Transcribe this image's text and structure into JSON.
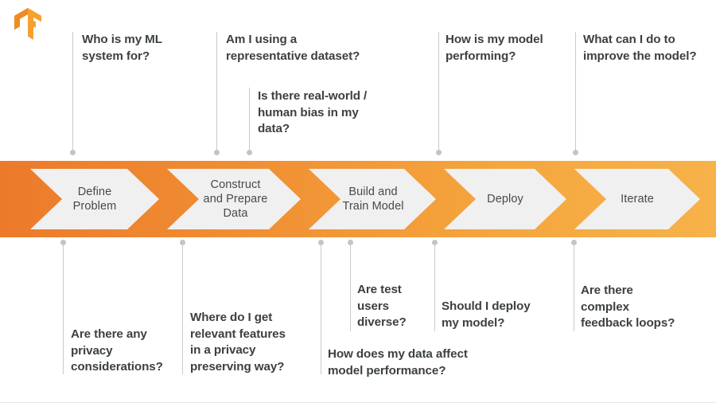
{
  "logo": {
    "name": "tensorflow-logo",
    "colors": {
      "light": "#F6A030",
      "dark": "#E87722",
      "mid": "#F58220"
    }
  },
  "theme": {
    "bar_gradient_start": "#EE7F2E",
    "bar_gradient_end": "#F7AF45",
    "chevron_fill": "#F0F0F0",
    "text_dark": "#3C4043",
    "step_text": "#46494C",
    "connector": "#C8CACC",
    "dot": "#C2C4C6"
  },
  "process": {
    "name": "ml-lifecycle-process-bar",
    "steps": [
      {
        "id": "define-problem",
        "label": "Define\nProblem"
      },
      {
        "id": "construct-prepare-data",
        "label": "Construct\nand Prepare\nData"
      },
      {
        "id": "build-train-model",
        "label": "Build and\nTrain Model"
      },
      {
        "id": "deploy",
        "label": "Deploy"
      },
      {
        "id": "iterate",
        "label": "Iterate"
      }
    ]
  },
  "annotations": {
    "above": [
      {
        "id": "who-is-my-ml-system-for",
        "text": "Who is my ML\nsystem for?"
      },
      {
        "id": "representative-dataset",
        "text": "Am I using a\nrepresentative dataset?"
      },
      {
        "id": "real-world-human-bias",
        "text": "Is there real-world /\nhuman bias in my\ndata?"
      },
      {
        "id": "how-is-my-model-performing",
        "text": "How is my model\nperforming?"
      },
      {
        "id": "improve-the-model",
        "text": "What can I do to\nimprove the model?"
      }
    ],
    "below": [
      {
        "id": "privacy-considerations",
        "text": "Are there any\nprivacy\nconsiderations?"
      },
      {
        "id": "relevant-features-privacy",
        "text": "Where do I get\nrelevant features\nin a privacy\npreserving way?"
      },
      {
        "id": "data-affect-model-performance",
        "text": "How does my data affect\nmodel performance?"
      },
      {
        "id": "are-test-users-diverse",
        "text": "Are test\nusers\ndiverse?"
      },
      {
        "id": "should-i-deploy-my-model",
        "text": "Should I deploy\nmy model?"
      },
      {
        "id": "complex-feedback-loops",
        "text": "Are there\ncomplex\nfeedback loops?"
      }
    ]
  }
}
